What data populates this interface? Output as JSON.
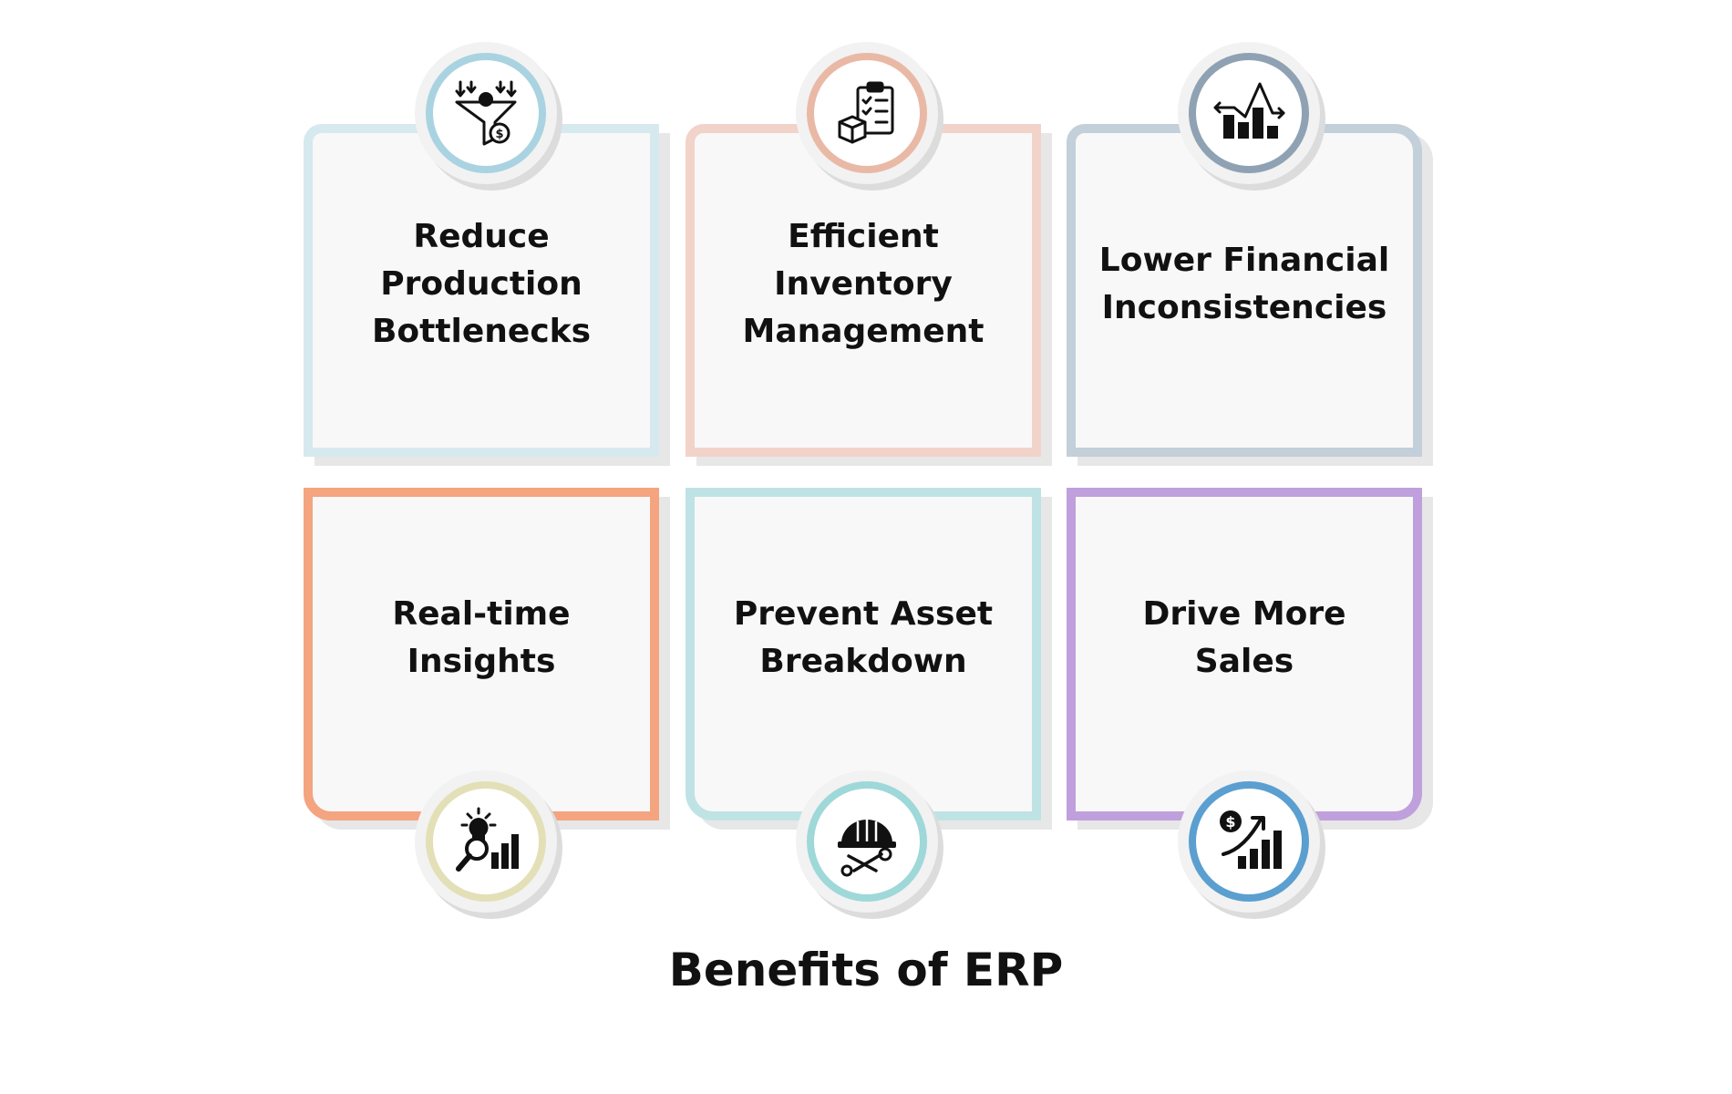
{
  "title": "Benefits of ERP",
  "cards": [
    {
      "label_lines": [
        "Reduce",
        "Production",
        "Bottlenecks"
      ],
      "border_color": "#d6e9ef",
      "icon": "funnel-gear-dollar-icon",
      "ring_color": "#a9d3e0"
    },
    {
      "label_lines": [
        "Efficient",
        "Inventory",
        "Management"
      ],
      "border_color": "#f2d3c9",
      "icon": "clipboard-box-icon",
      "ring_color": "#e9b9a6"
    },
    {
      "label_lines": [
        "Lower Financial",
        "Inconsistencies"
      ],
      "border_color": "#c3cfd9",
      "icon": "bar-chart-trend-icon",
      "ring_color": "#8fa2b4"
    },
    {
      "label_lines": [
        "Real-time",
        "Insights"
      ],
      "border_color": "#f4a47f",
      "icon": "lightbulb-magnifier-chart-icon",
      "ring_color": "#e3e0b8"
    },
    {
      "label_lines": [
        "Prevent Asset",
        "Breakdown"
      ],
      "border_color": "#bfe3e4",
      "icon": "hardhat-wrench-icon",
      "ring_color": "#9fd8d8"
    },
    {
      "label_lines": [
        "Drive More",
        "Sales"
      ],
      "border_color": "#bfa0dd",
      "icon": "dollar-growth-chart-icon",
      "ring_color": "#5b9fd0"
    }
  ]
}
